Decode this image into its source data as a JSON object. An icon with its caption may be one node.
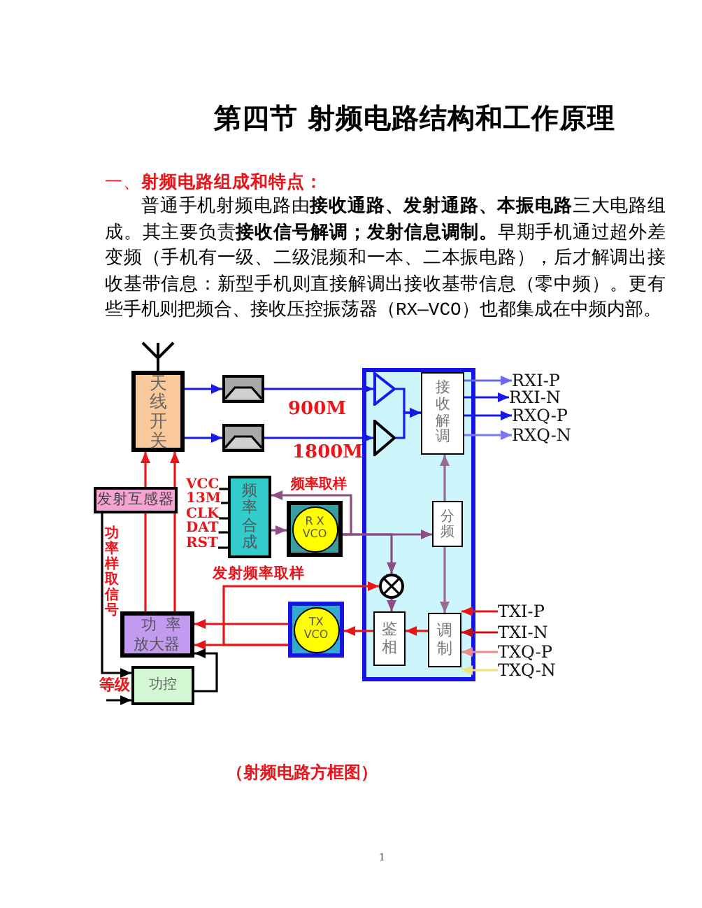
{
  "diagram": {
    "title": "第四节 射频电路结构和工作原理",
    "caption": "（射频电路方框图）",
    "nodes": [
      {
        "text": [
          "天线开关"
        ]
      },
      {
        "text": [],
        "shape": "box"
      },
      {
        "text": [],
        "shape": "box"
      },
      {
        "text": [],
        "shape": "box"
      },
      {
        "text": [],
        "shape": "triangle",
        "in": 3
      },
      {
        "text": [],
        "shape": "triangle",
        "in": 3
      },
      {
        "text": [
          "接收解调"
        ],
        "in": 3
      },
      {
        "text": [
          "RXI-P"
        ]
      },
      {
        "text": [
          "RXI-N"
        ]
      },
      {
        "text": [
          "RXQ-P"
        ]
      },
      {
        "text": [
          "RXQ-N"
        ]
      },
      {
        "text": [
          "发射互感器"
        ]
      },
      {
        "text": [
          "VCC"
        ]
      },
      {
        "text": [
          "13M"
        ]
      },
      {
        "text": [
          "CLK"
        ]
      },
      {
        "text": [
          "DAT"
        ]
      },
      {
        "text": [
          "RST"
        ]
      },
      {
        "text": [
          "频率合成"
        ]
      },
      {
        "text": [
          "R X VCO"
        ]
      },
      {
        "text": [
          "分频"
        ],
        "in": 3
      },
      {
        "text": [],
        "shape": "circle",
        "in": 3
      },
      {
        "text": [
          "功率放大器"
        ]
      },
      {
        "text": [
          "TX VCO"
        ]
      },
      {
        "text": [
          "鉴相"
        ],
        "in": 3
      },
      {
        "text": [
          "调制"
        ],
        "in": 3
      },
      {
        "text": [
          "TXI-P"
        ]
      },
      {
        "text": [
          "TXI-N"
        ]
      },
      {
        "text": [
          "TXQ-P"
        ]
      },
      {
        "text": [
          "TXQ-N"
        ]
      },
      {
        "text": [
          "功控"
        ]
      }
    ],
    "edges": [
      {
        "from": 0,
        "to": 1,
        "arrow": "to",
        "color": "#1a1ae6"
      },
      {
        "from": 0,
        "to": 2,
        "arrow": "to",
        "color": "#1a1ae6"
      },
      {
        "from": 1,
        "to": 4,
        "arrow": "to",
        "label": "900M",
        "color": "#1a1ae6"
      },
      {
        "from": 2,
        "to": 5,
        "arrow": "to",
        "label": "1800M",
        "color": "#1a1ae6"
      },
      {
        "from": 4,
        "to": 6,
        "arrow": "to",
        "color": "#1a1ae6"
      },
      {
        "from": 5,
        "to": 6,
        "arrow": "to",
        "color": "#1a1ae6"
      },
      {
        "from": 6,
        "to": 7,
        "arrow": "to",
        "color": "#6a6af0"
      },
      {
        "from": 6,
        "to": 8,
        "arrow": "to",
        "color": "#1a1ae6"
      },
      {
        "from": 6,
        "to": 9,
        "arrow": "to",
        "color": "#1a1ae6"
      },
      {
        "from": 6,
        "to": 10,
        "arrow": "to",
        "color": "#7a7aee"
      },
      {
        "from": 19,
        "to": 6,
        "arrow": "to",
        "color": "#9a6a96"
      },
      {
        "from": 11,
        "to": 0,
        "arrow": "to"
      },
      {
        "from": 11,
        "to": 0,
        "arrow": "to"
      },
      {
        "from": 21,
        "to": 11,
        "arrow": "none"
      },
      {
        "from": 21,
        "to": 11,
        "arrow": "none"
      },
      {
        "from": 12,
        "to": 17,
        "arrow": "none",
        "color": "#000000"
      },
      {
        "from": 13,
        "to": 17,
        "arrow": "none",
        "color": "#000000"
      },
      {
        "from": 14,
        "to": 17,
        "arrow": "none",
        "color": "#000000"
      },
      {
        "from": 15,
        "to": 17,
        "arrow": "none",
        "color": "#000000"
      },
      {
        "from": 16,
        "to": 17,
        "arrow": "none",
        "color": "#000000"
      },
      {
        "from": 17,
        "to": 18,
        "arrow": "to",
        "color": "#8c4c84"
      },
      {
        "from": 18,
        "to": 17,
        "arrow": "to",
        "label": "频率取样",
        "color": "#8c4c84"
      },
      {
        "from": 18,
        "to": 19,
        "arrow": "to",
        "color": "#8c4c84"
      },
      {
        "from": 18,
        "to": 20,
        "arrow": "to",
        "color": "#8c4c84"
      },
      {
        "from": 22,
        "to": 20,
        "arrow": "to",
        "label": "发射频率取样"
      },
      {
        "from": 20,
        "to": 23,
        "arrow": "to",
        "color": "#8c4c84"
      },
      {
        "from": 19,
        "to": 24,
        "arrow": "to",
        "color": "#9a6a96"
      },
      {
        "from": 24,
        "to": 23,
        "arrow": "to"
      },
      {
        "from": 23,
        "to": 22,
        "arrow": "to"
      },
      {
        "from": 22,
        "to": 21,
        "arrow": "to"
      },
      {
        "from": 22,
        "to": 21,
        "arrow": "to"
      },
      {
        "from": 25,
        "to": 24,
        "arrow": "to"
      },
      {
        "from": 26,
        "to": 24,
        "arrow": "to",
        "color": "#c8101a"
      },
      {
        "from": 27,
        "to": 24,
        "arrow": "to",
        "color": "#f08a8a"
      },
      {
        "from": 28,
        "to": 24,
        "arrow": "to",
        "color": "#f2e27a"
      },
      {
        "from": 11,
        "to": 29,
        "arrow": "to",
        "label": "功率样取信号",
        "color": "#000000"
      },
      {
        "from": null,
        "to": 29,
        "arrow": "to",
        "label": "等级",
        "color": "#000000"
      },
      {
        "from": 29,
        "to": 21,
        "arrow": "to",
        "color": "#000000"
      }
    ],
    "labels": [
      "一、**射频电路组成和特点：**",
      "普通手机射频电路由**接收通路、发射通路、本振电路**三大电路组成。其主要负责**接收信号解调；发射信息调制。**早期手机通过超外差变频（手机有一级、二级混频和一本、二本振电路），后才解调出接收基带信息：新型手机则直接解调出接收基带信息（零中频）。更有些手机则把频合、接收压控振荡器（RX—VCO）也都集成在中频内部。",
      "1"
    ]
  }
}
